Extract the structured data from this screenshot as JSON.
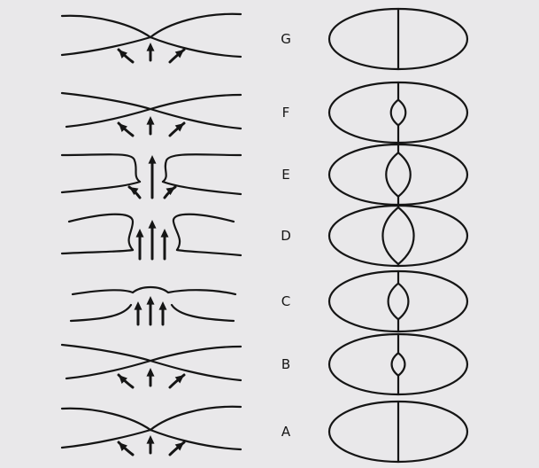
{
  "figure": {
    "background": "#e9e8ea",
    "ink": "#151515",
    "stages": [
      {
        "label": "G",
        "cross_section_shape": "closed seam, straight line",
        "eye_fraction": 0.0
      },
      {
        "label": "F",
        "cross_section_shape": "small lens",
        "eye_fraction": 0.32
      },
      {
        "label": "E",
        "cross_section_shape": "large lens",
        "eye_fraction": 0.72
      },
      {
        "label": "D",
        "cross_section_shape": "largest lens",
        "eye_fraction": 1.0
      },
      {
        "label": "C",
        "cross_section_shape": "medium lens",
        "eye_fraction": 0.55
      },
      {
        "label": "B",
        "cross_section_shape": "small lens",
        "eye_fraction": 0.26
      },
      {
        "label": "A",
        "cross_section_shape": "closed seam, straight line",
        "eye_fraction": 0.0
      }
    ]
  }
}
